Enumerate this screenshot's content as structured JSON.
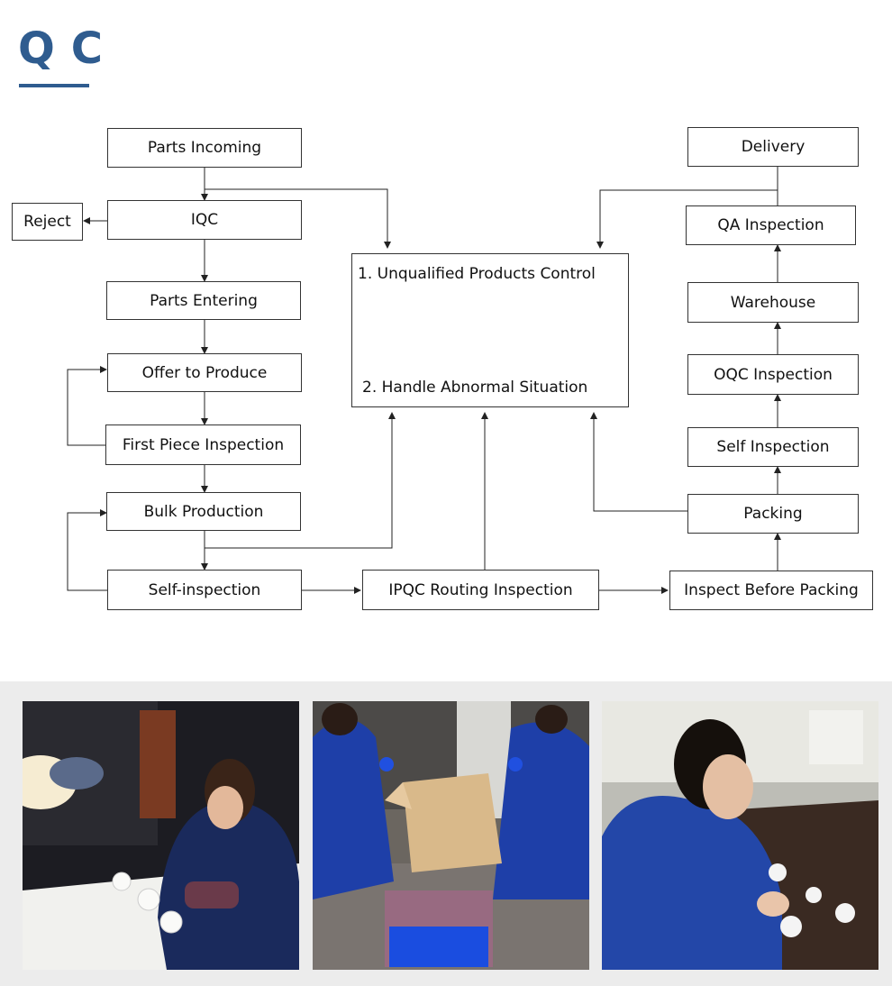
{
  "header": {
    "title": "QC"
  },
  "flow": {
    "parts_incoming": "Parts Incoming",
    "iqc": "IQC",
    "reject": "Reject",
    "parts_entering": "Parts Entering",
    "offer_to_produce": "Offer to Produce",
    "first_piece_inspection": "First Piece Inspection",
    "bulk_production": "Bulk Production",
    "self_inspection_left": "Self-inspection",
    "ipqc_routing": "IPQC Routing Inspection",
    "inspect_before_packing": "Inspect Before Packing",
    "packing": "Packing",
    "self_inspection_right": "Self Inspection",
    "oqc_inspection": "OQC Inspection",
    "warehouse": "Warehouse",
    "qa_inspection": "QA Inspection",
    "delivery": "Delivery",
    "control_line1": "1. Unqualified Products Control",
    "control_line2": "2. Handle Abnormal Situation"
  },
  "photos": [
    {
      "icon": "worker-inspecting-bottles-photo"
    },
    {
      "icon": "workers-packing-parts-photo"
    },
    {
      "icon": "worker-inspecting-white-parts-photo"
    }
  ],
  "colors": {
    "title": "#2f5c8f",
    "workwear": "#1f3f9c",
    "strip": "#ececec"
  }
}
